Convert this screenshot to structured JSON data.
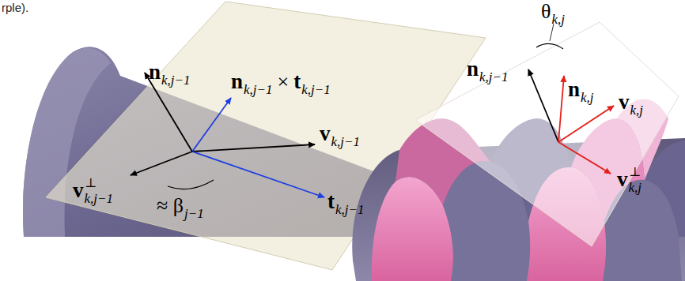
{
  "diagram": {
    "labels": [
      "rple).",
      "n",
      "k,j−1",
      "n",
      "k,j−1",
      "×",
      "t",
      "k,j−1",
      "v",
      "k,j−1",
      "v",
      "⊥",
      "k,j−1",
      "≈ β",
      "j−1",
      "t",
      "k,j−1",
      "θ",
      "k,j",
      "n",
      "k,j−1",
      "n",
      "k,j",
      "v",
      "k,j",
      "v",
      "⊥",
      "k,j"
    ]
  }
}
